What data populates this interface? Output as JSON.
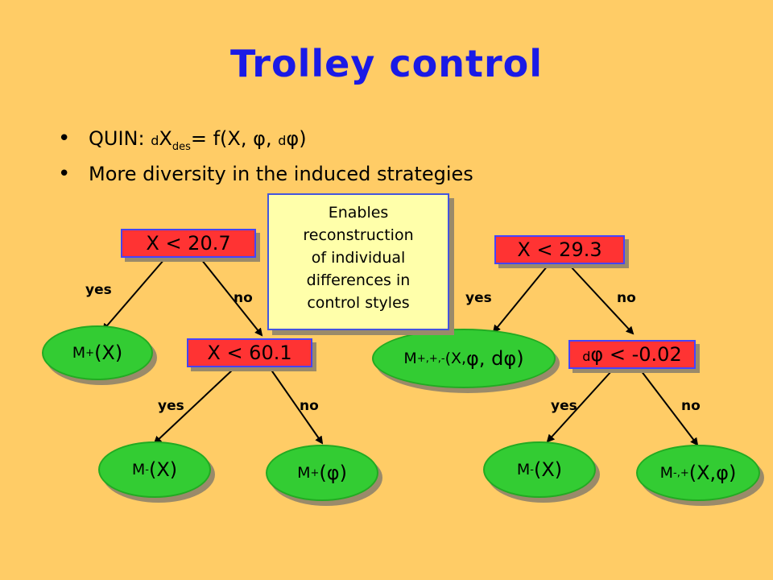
{
  "slide": {
    "title": "Trolley control",
    "bullets": [
      {
        "prefix": "QUIN: ",
        "d1": "d",
        "X": "X",
        "des": "des",
        "rest": "= f(X, ",
        "phi1": "φ",
        "comma": ", ",
        "d2": "d",
        "phi2": "φ",
        "close": ")"
      },
      {
        "text": "More diversity in the induced strategies"
      }
    ]
  },
  "callout": {
    "lines": [
      "Enables",
      "reconstruction",
      "of individual",
      "differences in",
      "control styles"
    ]
  },
  "tree_left": {
    "root": "X < 20.7",
    "yes1": "yes",
    "no1": "no",
    "leaf1": {
      "m": "M",
      "sup": "+",
      "arg": "(X)"
    },
    "node2": "X < 60.1",
    "yes2": "yes",
    "no2": "no",
    "leaf2": {
      "m": "M",
      "sup": "-",
      "arg": "(X)"
    },
    "leaf3": {
      "m": "M",
      "sup": "+",
      "arg": "(φ)"
    }
  },
  "tree_right": {
    "root": "X < 29.3",
    "yes1": "yes",
    "no1": "no",
    "leaf1": {
      "m": "M",
      "sup": "+,+,-",
      "argX": "(X, ",
      "argRest": "φ, dφ)"
    },
    "node2": {
      "d": "d",
      "rest": "φ < -0.02"
    },
    "yes2": "yes",
    "no2": "no",
    "leaf2": {
      "m": "M",
      "sup": "-",
      "arg": "(X)"
    },
    "leaf3": {
      "m": "M",
      "sup": "-,+",
      "arg": "(X,φ)"
    }
  },
  "colors": {
    "background": "#FFCC66",
    "title": "#1A1AE6",
    "condition_box": "#FF3333",
    "leaf": "#33CC33",
    "callout": "#FFFFAA"
  }
}
